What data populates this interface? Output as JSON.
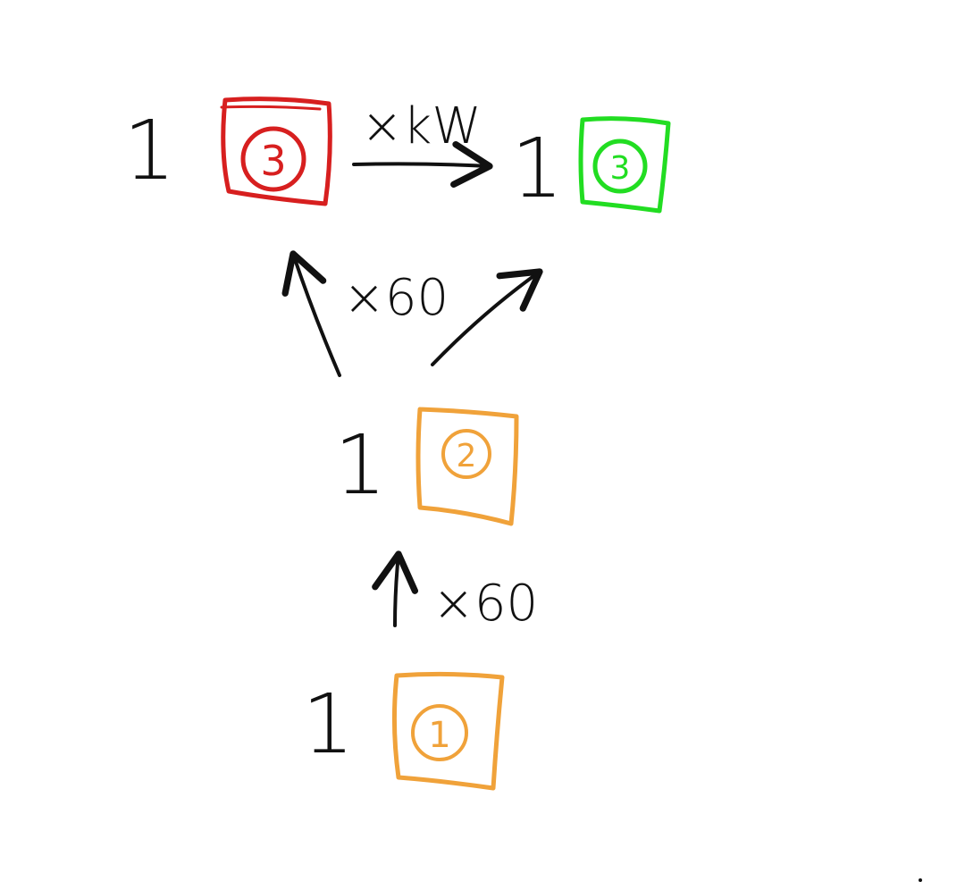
{
  "colors": {
    "ink": "#111111",
    "red": "#d71f1f",
    "green": "#22dd22",
    "orange": "#f0a23a"
  },
  "top_left": {
    "count": "1",
    "digit": "3",
    "color": "red"
  },
  "top_right": {
    "count": "1",
    "digit": "3",
    "color": "green"
  },
  "middle": {
    "count": "1",
    "digit": "2",
    "color": "orange"
  },
  "bottom": {
    "count": "1",
    "digit": "1",
    "color": "orange"
  },
  "labels": {
    "kw": "×kW",
    "upper_x60": "×60",
    "lower_x60": "×60"
  }
}
